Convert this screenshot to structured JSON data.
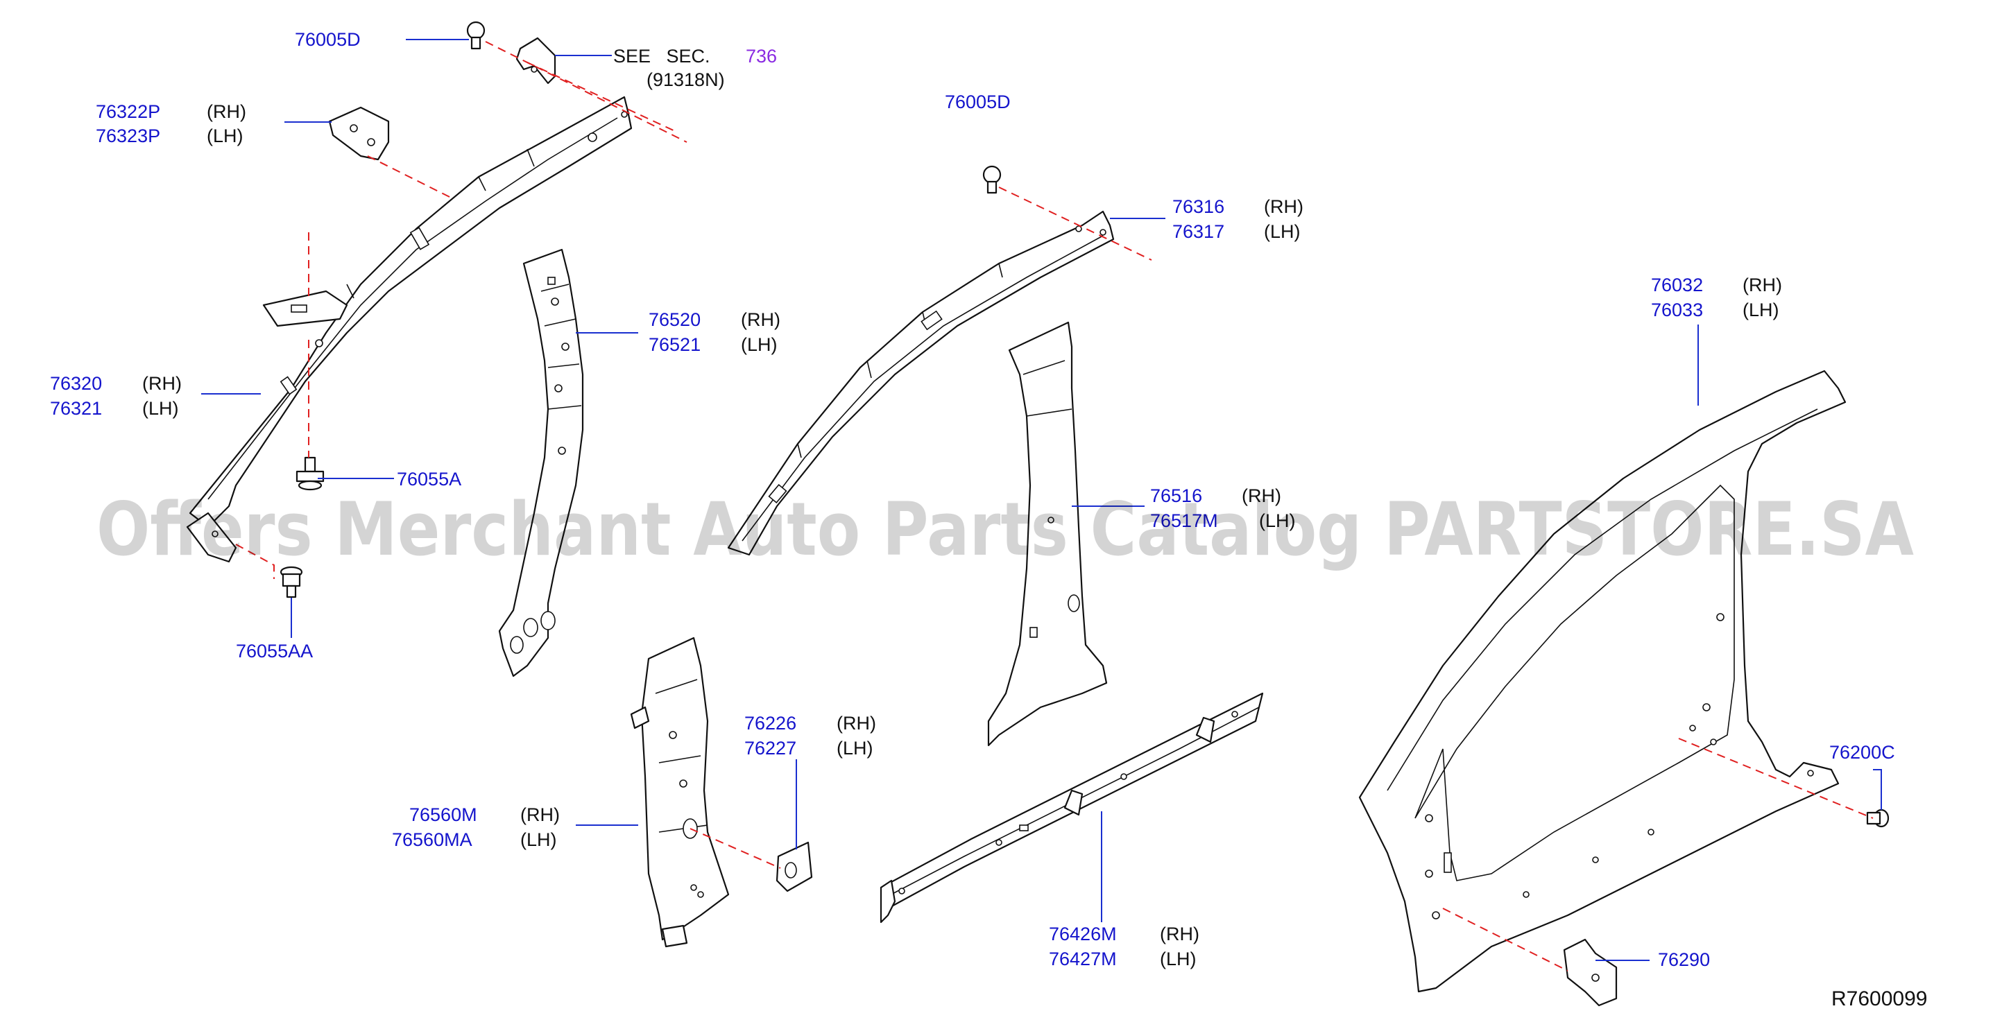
{
  "callouts": [
    {
      "part": "76005D"
    },
    {
      "part": "76322P",
      "side": "(RH)"
    },
    {
      "part": "76323P",
      "side": "(LH)"
    },
    {
      "part": "76320",
      "side": "(RH)"
    },
    {
      "part": "76321",
      "side": "(LH)"
    },
    {
      "part": "76055A"
    },
    {
      "part": "76055AA"
    },
    {
      "part": "76520",
      "side": "(RH)"
    },
    {
      "part": "76521",
      "side": "(LH)"
    },
    {
      "part": "76005D"
    },
    {
      "part": "76316",
      "side": "(RH)"
    },
    {
      "part": "76317",
      "side": "(LH)"
    },
    {
      "part": "76516",
      "side": "(RH)"
    },
    {
      "part": "76517M",
      "side": "(LH)"
    },
    {
      "part": "76032",
      "side": "(RH)"
    },
    {
      "part": "76033",
      "side": "(LH)"
    },
    {
      "part": "76226",
      "side": "(RH)"
    },
    {
      "part": "76227",
      "side": "(LH)"
    },
    {
      "part": "76560M",
      "side": "(RH)"
    },
    {
      "part": "76560MA",
      "side": "(LH)"
    },
    {
      "part": "76426M",
      "side": "(RH)"
    },
    {
      "part": "76427M",
      "side": "(LH)"
    },
    {
      "part": "76200C"
    },
    {
      "part": "76290"
    }
  ],
  "see_section": {
    "prefix": "SEE   SEC.",
    "number": "736",
    "sub": "(91318N)"
  },
  "diagram_code": "R7600099",
  "watermark": "Offers Merchant Auto Parts Catalog PARTSTORE.SA",
  "colors": {
    "part_number": "#1414cc",
    "leader": "#1a2fd0",
    "alignment_dash": "#e02020",
    "section_ref": "#8a2be2"
  }
}
